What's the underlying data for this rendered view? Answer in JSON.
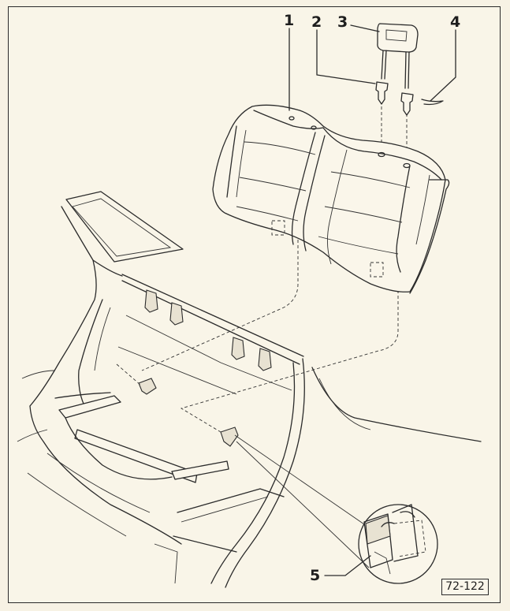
{
  "callouts": [
    {
      "id": "1",
      "label": "1"
    },
    {
      "id": "2",
      "label": "2"
    },
    {
      "id": "3",
      "label": "3"
    },
    {
      "id": "4",
      "label": "4"
    },
    {
      "id": "5",
      "label": "5"
    }
  ],
  "figure_reference": "72-122"
}
